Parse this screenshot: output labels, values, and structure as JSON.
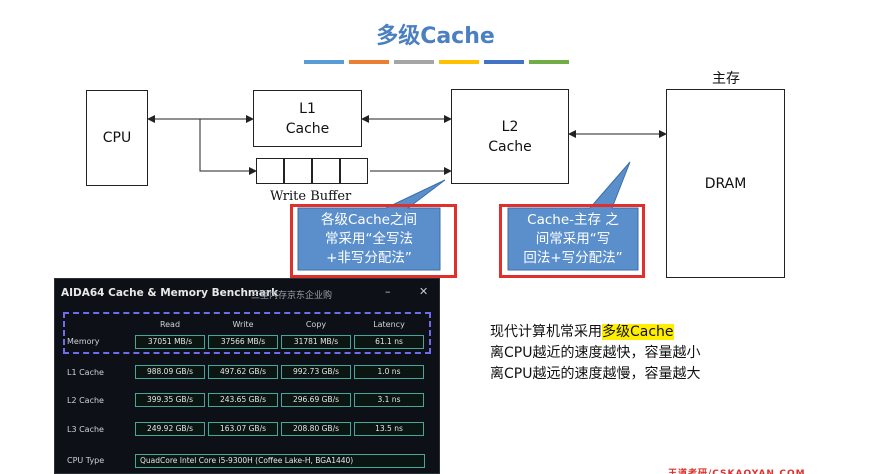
{
  "title": "多级Cache",
  "colors": {
    "accent": "#4a7fc1",
    "deco_bar": [
      "#5a9bd5",
      "#ed7d31",
      "#a5a5a5",
      "#ffc000",
      "#4472c4",
      "#70ad47"
    ],
    "callout_fill": "#5b8fcc",
    "callout_border": "#e0302c",
    "highlight": "#ffee00"
  },
  "diagram": {
    "cpu": "CPU",
    "l1": [
      "L1",
      "Cache"
    ],
    "l2": [
      "L2",
      "Cache"
    ],
    "main_memory_label": "主存",
    "dram": "DRAM",
    "write_buffer": "Write Buffer"
  },
  "callouts": {
    "left": [
      "各级Cache之间",
      "常采用“全写法",
      "+非写分配法”"
    ],
    "right": [
      "Cache-主存 之",
      "间常采用“写",
      "回法+写分配法”"
    ]
  },
  "benchmark": {
    "title": "AIDA64 Cache & Memory Benchmark",
    "subtitle": "三星内存京东企业购",
    "controls": [
      "–",
      "✕"
    ],
    "headers": [
      "Read",
      "Write",
      "Copy",
      "Latency"
    ],
    "rows": [
      {
        "label": "Memory",
        "values": [
          "37051 MB/s",
          "37566 MB/s",
          "31781 MB/s",
          "61.1 ns"
        ]
      },
      {
        "label": "L1 Cache",
        "values": [
          "988.09 GB/s",
          "497.62 GB/s",
          "992.73 GB/s",
          "1.0 ns"
        ]
      },
      {
        "label": "L2 Cache",
        "values": [
          "399.35 GB/s",
          "243.65 GB/s",
          "296.69 GB/s",
          "3.1 ns"
        ]
      },
      {
        "label": "L3 Cache",
        "values": [
          "249.92 GB/s",
          "163.07 GB/s",
          "208.80 GB/s",
          "13.5 ns"
        ]
      }
    ],
    "cpu_type_label": "CPU Type",
    "cpu_type_value": "QuadCore Intel Core i5-9300H  (Coffee Lake-H, BGA1440)"
  },
  "notes": {
    "line1_prefix": "现代计算机常采用",
    "line1_highlight": "多级Cache",
    "line2": "离CPU越近的速度越快，容量越小",
    "line3": "离CPU越远的速度越慢，容量越大"
  },
  "footer": "王道考研/CSKAOYAN.COM"
}
